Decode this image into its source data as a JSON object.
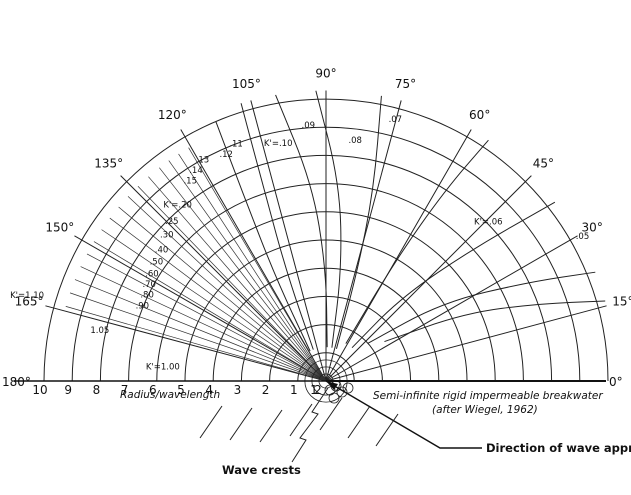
{
  "diagram": {
    "angle_labels": [
      "0°",
      "15°",
      "30°",
      "45°",
      "60°",
      "75°",
      "90°",
      "105°",
      "120°",
      "135°",
      "150°",
      "165°",
      "180°"
    ],
    "radius_ticks": [
      "1",
      "2",
      "3",
      "4",
      "5",
      "6",
      "7",
      "8",
      "9",
      "10"
    ],
    "near_ticks": [
      "1",
      "2"
    ],
    "axis_label": "Radius/wavelength",
    "k_labels": [
      {
        "text": "K'=1.10",
        "a": 164.5,
        "r": 11.0
      },
      {
        "text": "K'=1.00",
        "a": 176.0,
        "r": 5.8
      },
      {
        "text": "1.05",
        "a": 168.0,
        "r": 8.2
      },
      {
        "text": ".90",
        "a": 158.5,
        "r": 7.0
      },
      {
        "text": ".80",
        "a": 155.0,
        "r": 7.0
      },
      {
        "text": ".70",
        "a": 152.0,
        "r": 7.1
      },
      {
        "text": ".60",
        "a": 149.0,
        "r": 7.2
      },
      {
        "text": ".50",
        "a": 145.5,
        "r": 7.3
      },
      {
        "text": ".40",
        "a": 142.0,
        "r": 7.4
      },
      {
        "text": ".30",
        "a": 138.0,
        "r": 7.6
      },
      {
        "text": ".25",
        "a": 134.5,
        "r": 7.8
      },
      {
        "text": "K'=.20",
        "a": 130.5,
        "r": 8.1
      },
      {
        "text": ".15",
        "a": 124.5,
        "r": 8.5
      },
      {
        "text": ".14",
        "a": 122.0,
        "r": 8.7
      },
      {
        "text": ".13",
        "a": 119.5,
        "r": 8.9
      },
      {
        "text": ".12",
        "a": 114.0,
        "r": 8.7
      },
      {
        "text": ".11",
        "a": 111.0,
        "r": 8.9
      },
      {
        "text": "K'=.10",
        "a": 101.5,
        "r": 8.5
      },
      {
        "text": ".09",
        "a": 94.0,
        "r": 9.0
      },
      {
        "text": ".08",
        "a": 83.0,
        "r": 8.5
      },
      {
        "text": ".07",
        "a": 75.0,
        "r": 9.5
      },
      {
        "text": "K'=.06",
        "a": 44.0,
        "r": 8.0
      },
      {
        "text": ".05",
        "a": 29.0,
        "r": 10.4
      }
    ],
    "breakwater_label": "Semi-infinite rigid impermeable breakwater",
    "source_label": "(after Wiegel, 1962)",
    "wave_crests_label": "Wave crests",
    "approach_label": "Direction of wave approach"
  }
}
